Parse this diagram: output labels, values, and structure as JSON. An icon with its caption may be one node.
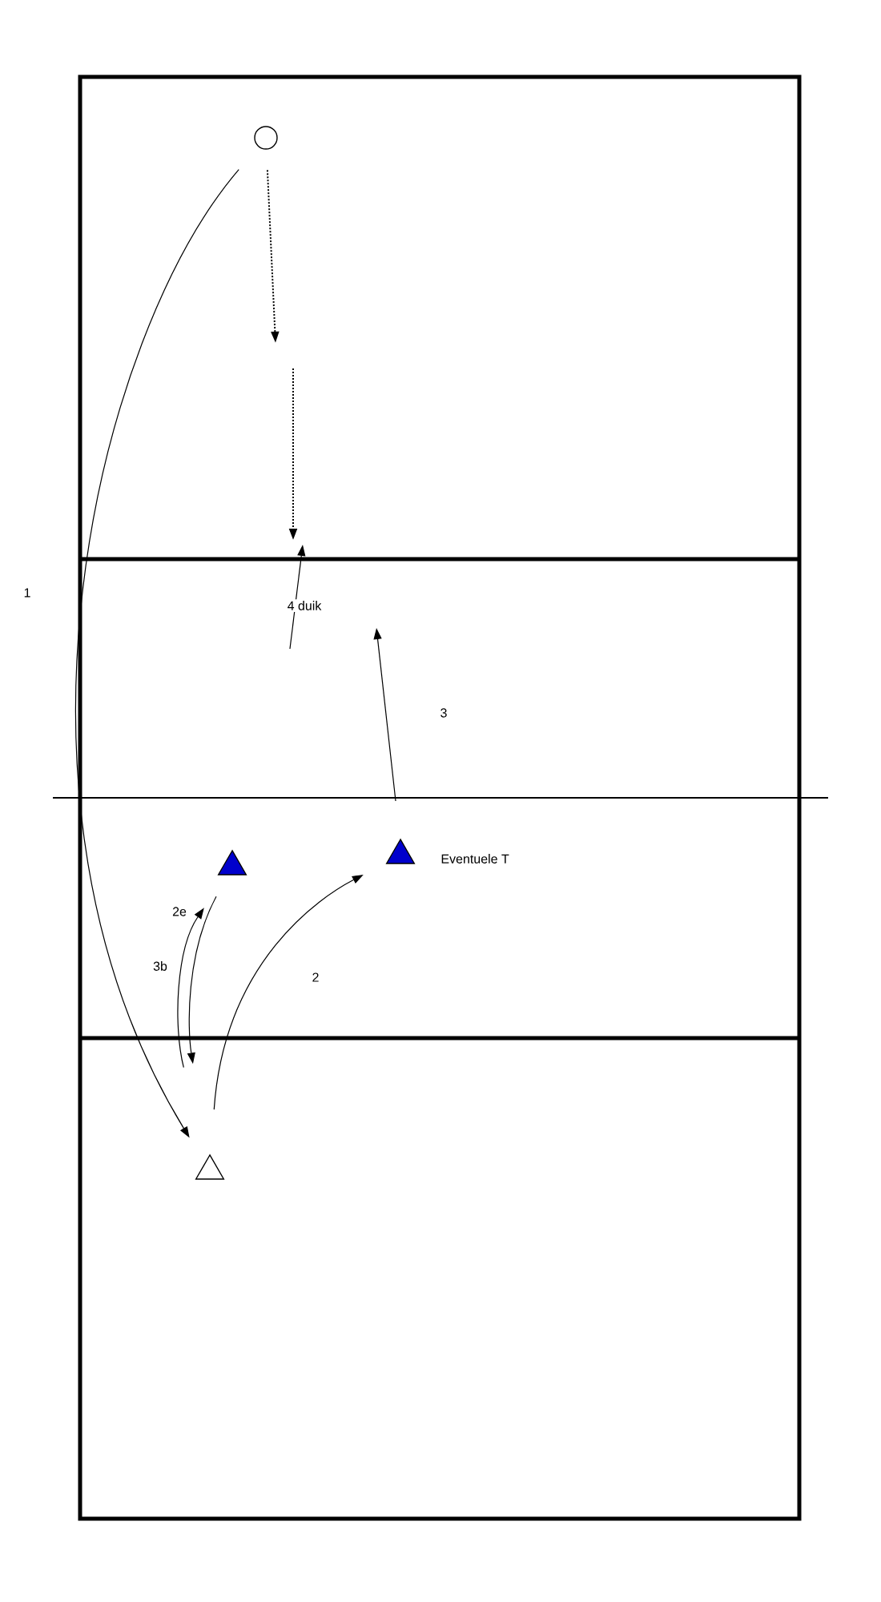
{
  "diagram": {
    "nodes": [
      {
        "text": [],
        "shape": "circle"
      },
      {
        "text": [],
        "shape": "triangle"
      },
      {
        "text": [],
        "shape": "triangle",
        "beside": [
          "Eventuele T"
        ]
      },
      {
        "text": [],
        "shape": "triangle"
      }
    ],
    "edges": [
      {
        "from": 0,
        "to": 3,
        "arrow": "to",
        "label": "1"
      },
      {
        "from": 0,
        "to": null,
        "arrow": "to",
        "style": "dashed"
      },
      {
        "from": 3,
        "to": 2,
        "arrow": "to",
        "label": "2"
      },
      {
        "from": 3,
        "to": 1,
        "arrow": "to",
        "label": "2e"
      },
      {
        "from": 1,
        "to": 3,
        "arrow": "to",
        "label": "3b"
      }
    ],
    "labels": [
      "4 duik",
      "3"
    ]
  }
}
